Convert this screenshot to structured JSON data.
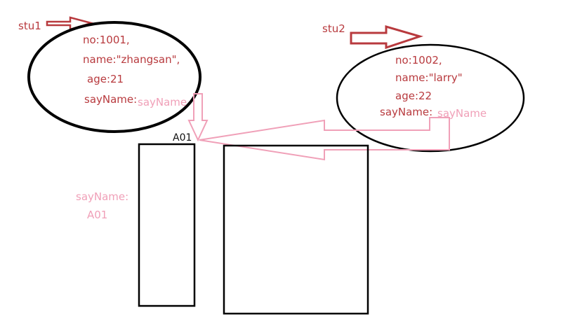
{
  "colors": {
    "red": "#b83a3e",
    "pink": "#f0a0b8",
    "black": "#111111"
  },
  "stu1": {
    "label": "stu1",
    "no": "no:1001,",
    "name": "name:\"zhangsan\",",
    "age": "age:21",
    "sayname_key": "sayName:",
    "sayname_ref": "sayName"
  },
  "stu2": {
    "label": "stu2",
    "no": "no:1002,",
    "name": "name:\"larry\"",
    "age": "age:22",
    "sayname_key": "sayName:",
    "sayname_ref": "sayName"
  },
  "function_block": {
    "address": "A01",
    "sayname_key": "sayName:",
    "sayname_value": "A01"
  }
}
